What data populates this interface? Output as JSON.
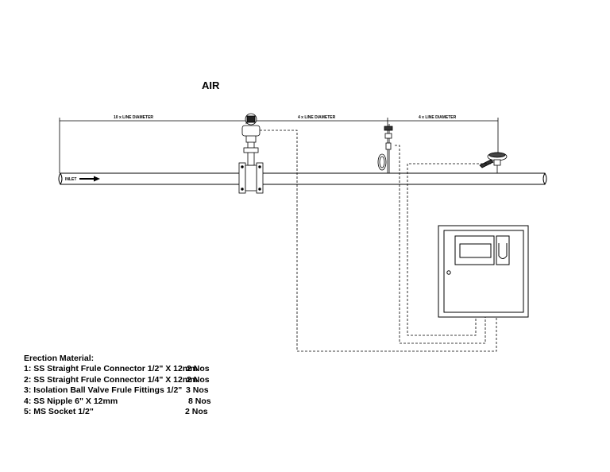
{
  "diagram": {
    "title": "AIR",
    "dimensions": [
      "10 x LINE DIAMETER",
      "4 x LINE DIAMETER",
      "4 x LINE DIAMETER"
    ],
    "inlet_label": "INLET"
  },
  "erection_material": {
    "heading": "Erection Material:",
    "items": [
      {
        "desc": "1: SS Straight Frule Connector 1/2\" X 12mm",
        "qty": "2 Nos"
      },
      {
        "desc": "2: SS Straight Frule Connector 1/4\" X 12mm",
        "qty": "2 Nos"
      },
      {
        "desc": "3: Isolation Ball Valve Frule Fittings 1/2\"",
        "qty": "3 Nos"
      },
      {
        "desc": "4: SS Nipple 6\" X 12mm",
        "qty": "8 Nos"
      },
      {
        "desc": "5: MS Socket  1/2\"",
        "qty": "2 Nos"
      }
    ]
  }
}
